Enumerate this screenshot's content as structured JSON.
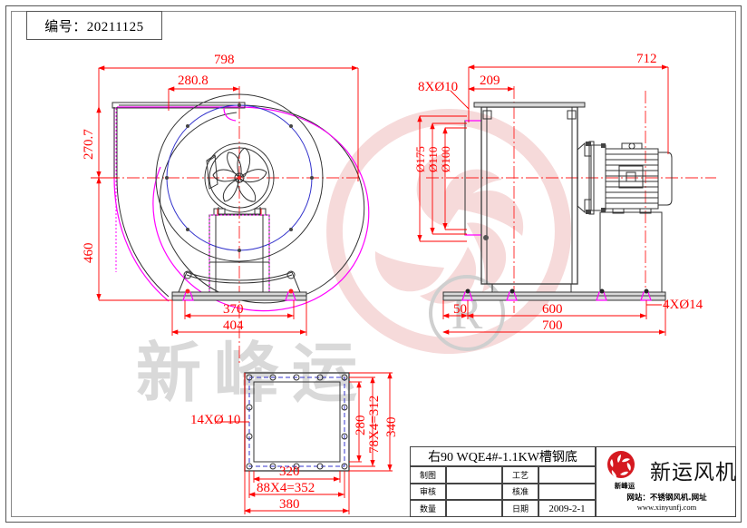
{
  "sheet": {
    "id_label": "编号：20211125"
  },
  "watermark": {
    "text": "新峰运",
    "logo_color": "#f7dcdc",
    "text_color": "#d9d9d9",
    "r_mark": "®"
  },
  "front_view": {
    "dims": {
      "overall_width": "798",
      "outlet_offset": "280.8",
      "height_upper": "270.7",
      "height_lower": "460",
      "base_inner": "370",
      "base_outer": "404"
    }
  },
  "side_view": {
    "dims": {
      "overall_length": "712",
      "inlet_length": "209",
      "inlet_bolt_note": "8XØ10",
      "flange_od": "Ø175",
      "flange_pcd": "Ø110",
      "inlet_bore": "Ø100",
      "base_edge": "50",
      "base_hole_pitch": "600",
      "base_length": "700",
      "base_bolt_note": "4XØ14"
    }
  },
  "outlet_view": {
    "dims": {
      "bolt_note": "14XØ 10",
      "inner_height": "280",
      "hole_pitch_v": "78X4=312",
      "outer_height": "340",
      "inner_width": "320",
      "hole_pitch_h": "88X4=352",
      "outer_width": "380"
    }
  },
  "title_block": {
    "title": "右90  WQE4#-1.1KW槽钢底",
    "rows": [
      {
        "label_left": "制图",
        "value_left": "",
        "label_right": "工艺",
        "value_right": ""
      },
      {
        "label_left": "审核",
        "value_left": "",
        "label_right": "核准",
        "value_right": ""
      },
      {
        "label_left": "数量",
        "value_left": "",
        "label_right": "日期",
        "value_right": "2009-2-1"
      }
    ],
    "company": {
      "name": "新运风机",
      "mark_sub": "新峰运",
      "web_line1": "网站：不锈钢风机.网址",
      "web_line2": "www.xinyunfj.com",
      "logo_color": "#d51920"
    }
  },
  "colors": {
    "dimension": "#ff0000",
    "outline": "#333333",
    "magenta": "#ff00ff",
    "blue": "#3333cc",
    "centerline": "#ff2020"
  }
}
